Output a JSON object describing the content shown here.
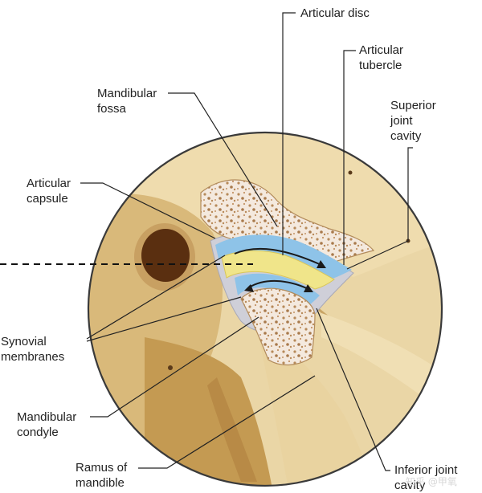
{
  "colors": {
    "background": "#ffffff",
    "bone": "#ead6a6",
    "bone_shadow": "#c49a52",
    "marrow": "#f3e7dc",
    "disc": "#f0e58a",
    "synovial": "#8ec3e8",
    "capsule": "#cfcfd8",
    "leader": "#222222"
  },
  "labels": {
    "articular_disc": "Articular disc",
    "articular_tubercle": [
      "Articular",
      "tubercle"
    ],
    "mandibular_fossa": [
      "Mandibular",
      "fossa"
    ],
    "superior_joint_cavity": [
      "Superior",
      "joint",
      "cavity"
    ],
    "articular_capsule": [
      "Articular",
      "capsule"
    ],
    "synovial_membranes": [
      "Synovial",
      "membranes"
    ],
    "mandibular_condyle": [
      "Mandibular",
      "condyle"
    ],
    "ramus_of_mandible": [
      "Ramus of",
      "mandible"
    ],
    "inferior_joint_cavity": [
      "Inferior joint",
      "cavity"
    ]
  },
  "watermark": "知乎 @甲氧"
}
